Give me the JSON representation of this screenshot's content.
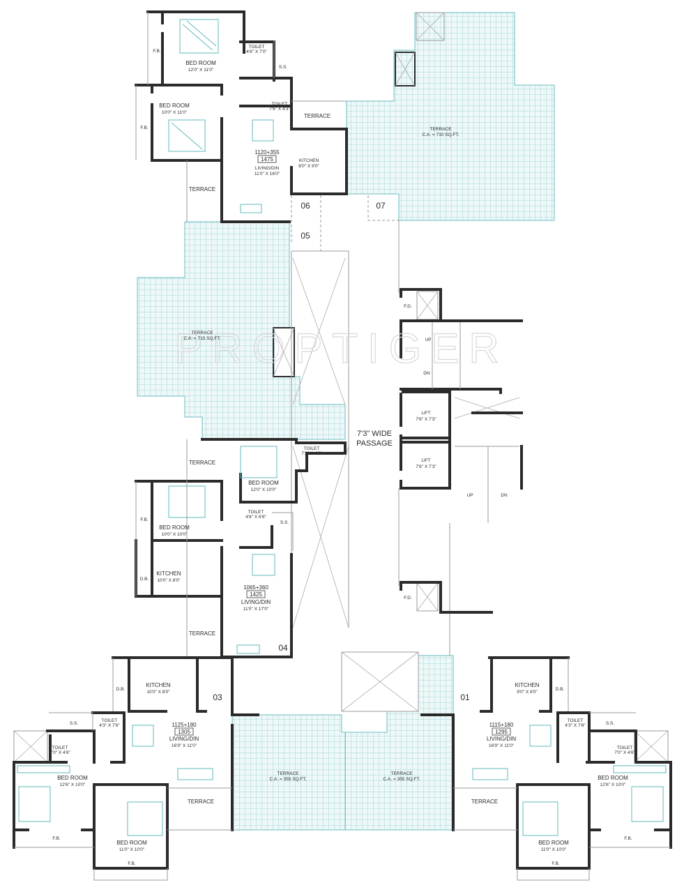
{
  "watermark": "PROPTIGER",
  "colors": {
    "walls": "#2b2b2b",
    "terrace_tiles": "#6bbcc1",
    "furniture": "#5fb8bd"
  },
  "flat_numbers": {
    "f01": "01",
    "f03": "03",
    "f04": "04",
    "f05": "05",
    "f06": "06",
    "f07": "07"
  },
  "unit06": {
    "bed1": {
      "name": "BED ROOM",
      "size": "12'0\" X 11'0\""
    },
    "bed2": {
      "name": "BED ROOM",
      "size": "10'0\" X 11'0\""
    },
    "fb1": "F.B.",
    "fb2": "F.B.",
    "toilet1": {
      "name": "TOILET",
      "size": "4'6\" X 7'0\""
    },
    "toilet2": {
      "name": "TOILET",
      "size": "7'6\" X 4'3\""
    },
    "ss": "S.S.",
    "terrace1": "TERRACE",
    "terrace2": "TERRACE",
    "kitchen": {
      "name": "KITCHEN",
      "size": "8'0\" X 9'0\""
    },
    "area": "1120+355",
    "total": "1475",
    "living": {
      "name": "LIVING/DIN",
      "size": "11'0\" X 16'0\""
    }
  },
  "terrace07": {
    "name": "TERRACE",
    "area": "C.A. = 710 SQ.FT."
  },
  "terrace05": {
    "name": "TERRACE",
    "area": "C.A. = 715 SQ.FT."
  },
  "core": {
    "fd1": "F.D.",
    "fd2": "F.D.",
    "up1": "UP",
    "dn1": "DN",
    "up2": "UP",
    "dn2": "DN",
    "lift1": {
      "name": "LIFT",
      "size": "7'6\" X 7'3\""
    },
    "lift2": {
      "name": "LIFT",
      "size": "7'6\" X 7'3\""
    },
    "passage": [
      "7'3\" WIDE",
      "PASSAGE"
    ]
  },
  "unit04": {
    "terrace1": "TERRACE",
    "terrace2": "TERRACE",
    "bed1": {
      "name": "BED ROOM",
      "size": "12'0\" X 10'0\""
    },
    "bed2": {
      "name": "BED ROOM",
      "size": "10'0\" X 10'0\""
    },
    "toilet1": {
      "name": "TOILET",
      "size": "7'3\" X 4'6\""
    },
    "toilet2": {
      "name": "TOILET",
      "size": "4'6\" X 6'6\""
    },
    "ss": "S.S.",
    "fb": "F.B.",
    "db": "D.B.",
    "kitchen": {
      "name": "KITCHEN",
      "size": "10'0\" X 8'0\""
    },
    "area": "1065+360",
    "total": "1425",
    "living": {
      "name": "LIVING/DIN",
      "size": "11'0\" X 17'0\""
    }
  },
  "unit03": {
    "db": "D.B.",
    "kitchen": {
      "name": "KITCHEN",
      "size": "10'0\" X 8'0\""
    },
    "ss": "S.S.",
    "toilet1": {
      "name": "TOILET",
      "size": "4'3\" X 7'6\""
    },
    "toilet2": {
      "name": "TOILET",
      "size": "7'0\" X 4'6\""
    },
    "area": "1125+180",
    "total": "1305",
    "living": {
      "name": "LIVING/DIN",
      "size": "16'9\" X 11'0\""
    },
    "bed1": {
      "name": "BED ROOM",
      "size": "12'6\" X 10'0\""
    },
    "bed2": {
      "name": "BED ROOM",
      "size": "11'0\" X 10'0\""
    },
    "terrace": "TERRACE",
    "fb1": "F.B.",
    "fb2": "F.B."
  },
  "terrace_bottom_left": {
    "name": "TERRACE",
    "area": "C.A. = 355 SQ.FT."
  },
  "terrace_bottom_right": {
    "name": "TERRACE",
    "area": "C.A. = 355 SQ.FT."
  },
  "unit01": {
    "db": "D.B.",
    "kitchen": {
      "name": "KITCHEN",
      "size": "9'0\" X 8'0\""
    },
    "ss": "S.S.",
    "toilet1": {
      "name": "TOILET",
      "size": "4'3\" X 7'6\""
    },
    "toilet2": {
      "name": "TOILET",
      "size": "7'0\" X 4'6\""
    },
    "area": "1115+180",
    "total": "1295",
    "living": {
      "name": "LIVING/DIN",
      "size": "16'9\" X 11'0\""
    },
    "bed1": {
      "name": "BED ROOM",
      "size": "12'6\" X 10'0\""
    },
    "bed2": {
      "name": "BED ROOM",
      "size": "11'0\" X 10'0\""
    },
    "terrace": "TERRACE",
    "fb1": "F.B.",
    "fb2": "F.B."
  }
}
